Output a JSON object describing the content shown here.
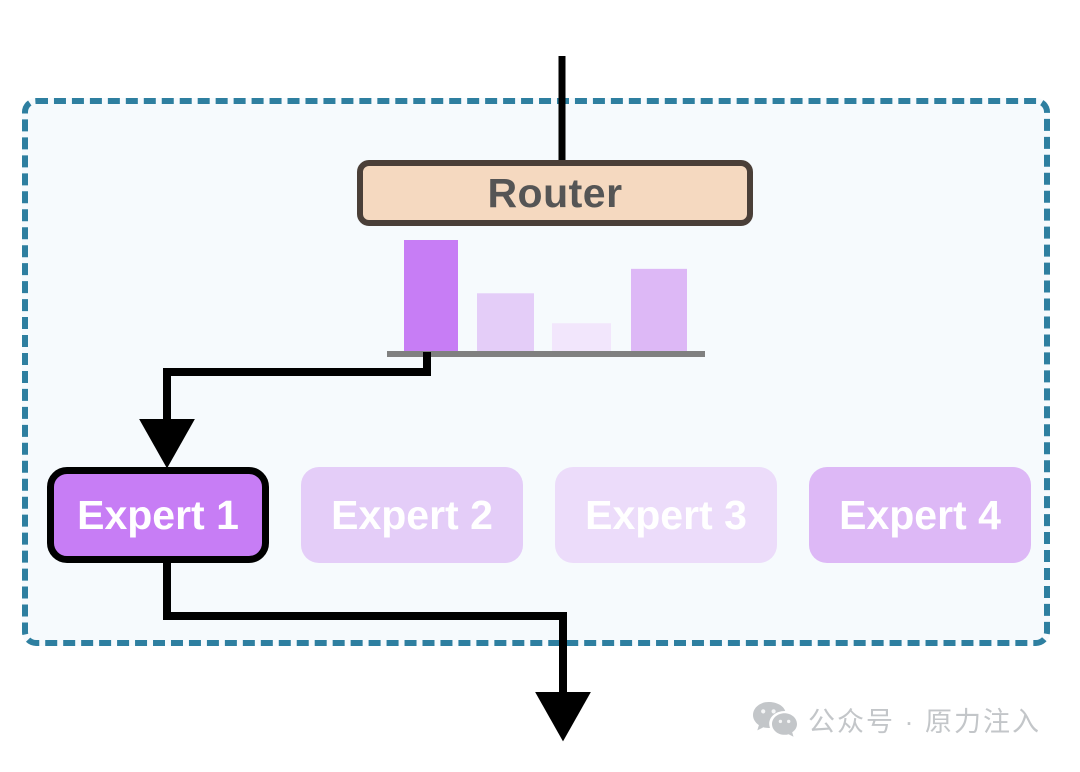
{
  "diagram": {
    "title": "Mixture-of-Experts routing",
    "region": {
      "name": "moe-block",
      "border_color": "#2e7fa0",
      "background": "#f6fafd",
      "border_style": "dashed"
    },
    "router": {
      "label": "Router",
      "fill": "#f5d9c0",
      "stroke": "#4a3f38",
      "text_color": "#555555"
    },
    "experts": [
      {
        "id": "expert-1",
        "label": "Expert 1",
        "fill": "#c77df5",
        "selected": true,
        "outline": "#000000"
      },
      {
        "id": "expert-2",
        "label": "Expert 2",
        "fill": "#e4cdf8",
        "selected": false,
        "outline": "none"
      },
      {
        "id": "expert-3",
        "label": "Expert 3",
        "fill": "#ecdcfa",
        "selected": false,
        "outline": "none"
      },
      {
        "id": "expert-4",
        "label": "Expert 4",
        "fill": "#ddb8f6",
        "selected": false,
        "outline": "none"
      }
    ],
    "arrows": [
      {
        "name": "input-arrow",
        "from": "top-edge",
        "to": "router",
        "color": "#000000",
        "has_head": false
      },
      {
        "name": "router-to-expert-arrow",
        "from": "gate-chart",
        "to": "expert-1",
        "color": "#000000",
        "has_head": true
      },
      {
        "name": "expert-output-arrow",
        "from": "expert-1",
        "to": "bottom",
        "color": "#000000",
        "has_head": true
      }
    ],
    "watermark": {
      "icon": "wechat-icon",
      "text": "公众号 · 原力注入",
      "color": "#c3c6c9"
    }
  },
  "chart_data": {
    "type": "bar",
    "title": "Router gate weights",
    "categories": [
      "Expert 1",
      "Expert 2",
      "Expert 3",
      "Expert 4"
    ],
    "values": [
      1.0,
      0.52,
      0.25,
      0.74
    ],
    "colors": [
      "#c77df5",
      "#e4cdf8",
      "#f2e6fc",
      "#ddb8f6"
    ],
    "selected_index": 0,
    "baseline_color": "#808080",
    "xlabel": "",
    "ylabel": "",
    "ylim": [
      0,
      1.0
    ],
    "grid": false,
    "legend": "none",
    "tick_labels": [],
    "annotations": []
  }
}
